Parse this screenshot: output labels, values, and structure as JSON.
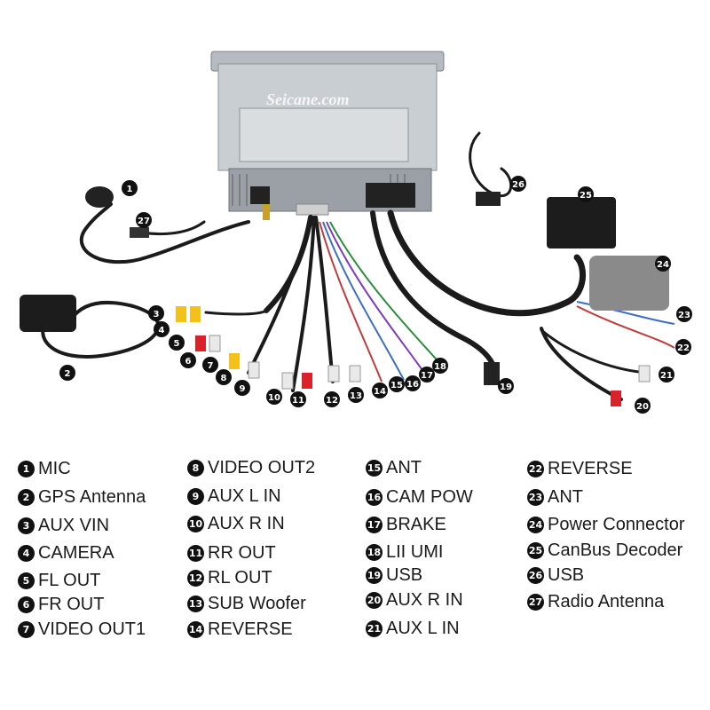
{
  "brand": "Seicane.com",
  "legend": [
    {
      "num": "1",
      "label": "MIC"
    },
    {
      "num": "2",
      "label": "GPS Antenna"
    },
    {
      "num": "3",
      "label": "AUX VIN"
    },
    {
      "num": "4",
      "label": "CAMERA"
    },
    {
      "num": "5",
      "label": "FL OUT"
    },
    {
      "num": "6",
      "label": "FR OUT"
    },
    {
      "num": "7",
      "label": "VIDEO OUT1"
    },
    {
      "num": "8",
      "label": "VIDEO OUT2"
    },
    {
      "num": "9",
      "label": "AUX L IN"
    },
    {
      "num": "10",
      "label": "AUX R IN"
    },
    {
      "num": "11",
      "label": "RR OUT"
    },
    {
      "num": "12",
      "label": "RL OUT"
    },
    {
      "num": "13",
      "label": "SUB Woofer"
    },
    {
      "num": "14",
      "label": "REVERSE"
    },
    {
      "num": "15",
      "label": "ANT"
    },
    {
      "num": "16",
      "label": "CAM POW"
    },
    {
      "num": "17",
      "label": "BRAKE"
    },
    {
      "num": "18",
      "label": "LII UMI"
    },
    {
      "num": "19",
      "label": "USB"
    },
    {
      "num": "20",
      "label": "AUX R IN"
    },
    {
      "num": "21",
      "label": "AUX L IN"
    },
    {
      "num": "22",
      "label": "REVERSE"
    },
    {
      "num": "23",
      "label": "ANT"
    },
    {
      "num": "24",
      "label": "Power Connector"
    },
    {
      "num": "25",
      "label": "CanBus Decoder"
    },
    {
      "num": "26",
      "label": "USB"
    },
    {
      "num": "27",
      "label": "Radio Antenna"
    }
  ],
  "colors": {
    "badge": "#111111",
    "unit_body": "#c9ced3",
    "unit_rear": "#9aa0a6",
    "cable": "#1b1b1b",
    "rca_red": "#d8232a",
    "rca_white": "#e9e9e9",
    "rca_yellow": "#f2c21b",
    "gray_box": "#8a8a8a"
  }
}
